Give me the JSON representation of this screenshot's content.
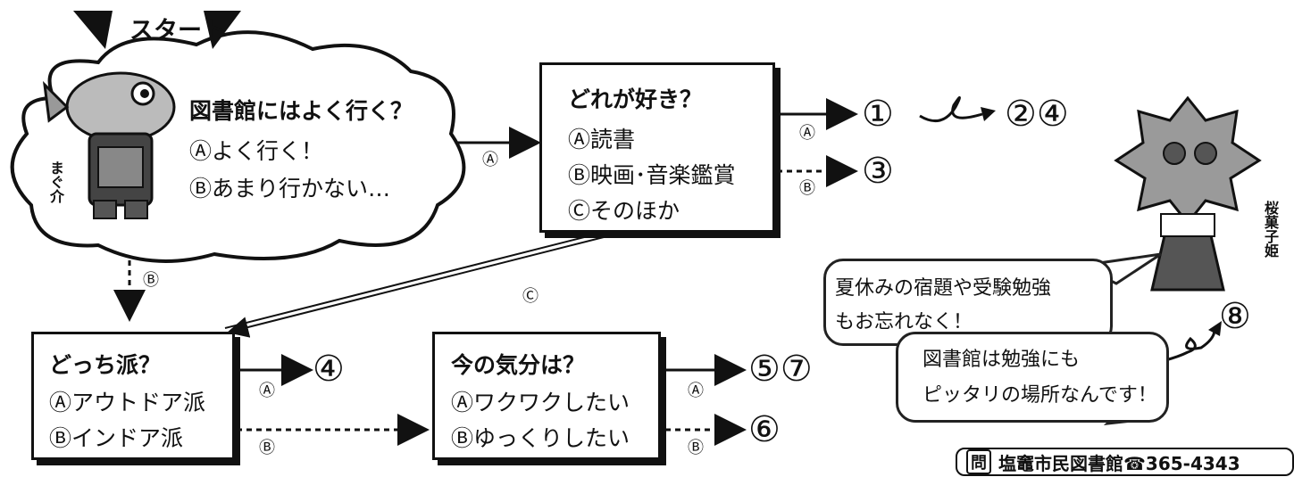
{
  "start": {
    "label": "スタート"
  },
  "mascot_fish": {
    "name": "まぐ介"
  },
  "mascot_flower": {
    "name": "桜菓子姫"
  },
  "q1": {
    "title": "図書館にはよく行く？",
    "opt_a": "Ⓐよく行く！",
    "opt_b": "Ⓑあまり行かない…"
  },
  "q2": {
    "title": "どれが好き？",
    "opt_a": "Ⓐ読書",
    "opt_b": "Ⓑ映画･音楽鑑賞",
    "opt_c": "Ⓒそのほか"
  },
  "q3": {
    "title": "どっち派？",
    "opt_a": "Ⓐアウトドア派",
    "opt_b": "Ⓑインドア派"
  },
  "q4": {
    "title": "今の気分は？",
    "opt_a": "Ⓐワクワクしたい",
    "opt_b": "Ⓑゆっくりしたい"
  },
  "edge_labels": {
    "a": "Ⓐ",
    "b": "Ⓑ",
    "c": "Ⓒ"
  },
  "results": {
    "r1": "①",
    "r24": "②④",
    "r3": "③",
    "r4": "④",
    "r57": "⑤⑦",
    "r6": "⑥",
    "r8": "⑧"
  },
  "speech": {
    "line1": "夏休みの宿題や受験勉強",
    "line2": "もお忘れなく！",
    "line3": "図書館は勉強にも",
    "line4": "ピッタリの場所なんです！"
  },
  "footer": {
    "mark": "問",
    "text": "塩竈市民図書館☎365-4343"
  }
}
